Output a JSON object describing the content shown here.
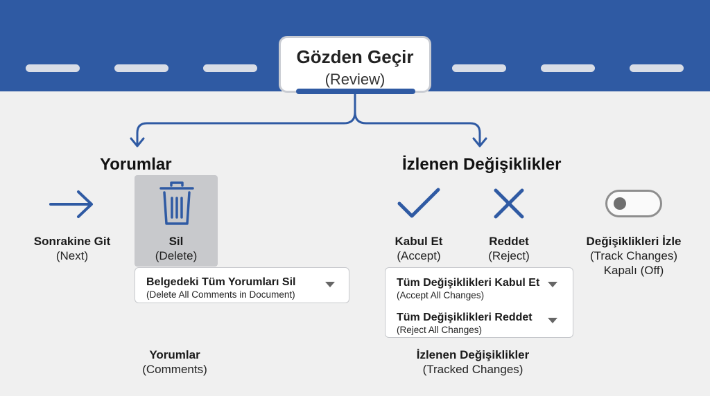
{
  "header": {
    "title": "Gözden Geçir",
    "subtitle": "(Review)"
  },
  "groups": {
    "comments_title": "Yorumlar",
    "tracking_title": "İzlenen Değişiklikler"
  },
  "comments": {
    "next": {
      "label": "Sonrakine Git",
      "sub": "(Next)",
      "icon": "arrow-right-icon"
    },
    "delete": {
      "label": "Sil",
      "sub": "(Delete)",
      "icon": "trash-icon",
      "dropdown": {
        "main": "Belgedeki Tüm Yorumları Sil",
        "sub": "(Delete All Comments in Document)"
      }
    },
    "footer_main": "Yorumlar",
    "footer_sub": "(Comments)"
  },
  "tracking": {
    "accept": {
      "label": "Kabul Et",
      "sub": "(Accept)",
      "icon": "checkmark-icon"
    },
    "reject": {
      "label": "Reddet",
      "sub": "(Reject)",
      "icon": "x-icon"
    },
    "dropdown": [
      {
        "main": "Tüm Değişiklikleri Kabul Et",
        "sub": "(Accept All Changes)"
      },
      {
        "main": "Tüm Değişiklikleri Reddet",
        "sub": "(Reject All Changes)"
      }
    ],
    "track": {
      "label": "Değişiklikleri İzle",
      "sub": "(Track Changes)",
      "state": "Kapalı (Off)",
      "icon": "toggle-icon",
      "on": false
    },
    "footer_main": "İzlenen Değişiklikler",
    "footer_sub": "(Tracked Changes)"
  },
  "colors": {
    "brand_blue": "#2f5aa3",
    "icon_blue": "#2f5aa3",
    "background": "#f0f0f0"
  }
}
